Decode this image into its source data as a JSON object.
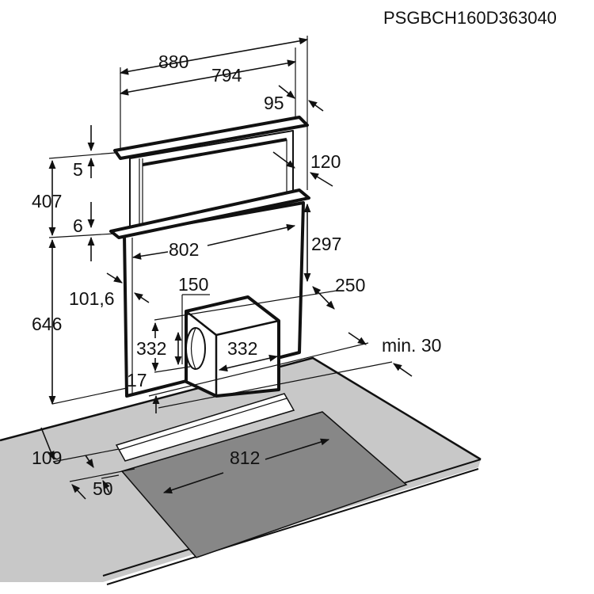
{
  "model_code": "PSGBCH160D363040",
  "dimensions": {
    "total_width": "880",
    "chimney_width": "794",
    "top_depth": "95",
    "top_bar_height": "5",
    "side_depth": "120",
    "upper_height": "407",
    "lower_bar_height": "6",
    "body_height": "297",
    "body_width": "802",
    "body_depth": "101,6",
    "duct_diameter": "150",
    "motor_offset": "250",
    "motor_height": "332",
    "motor_width": "332",
    "total_height": "646",
    "min_clearance": "min. 30",
    "base_height": "17",
    "slot_offset": "109",
    "hob_width": "812",
    "hob_offset": "50"
  },
  "colors": {
    "worktop": "#c8c8c8",
    "hob": "#878787",
    "line": "#111111"
  }
}
